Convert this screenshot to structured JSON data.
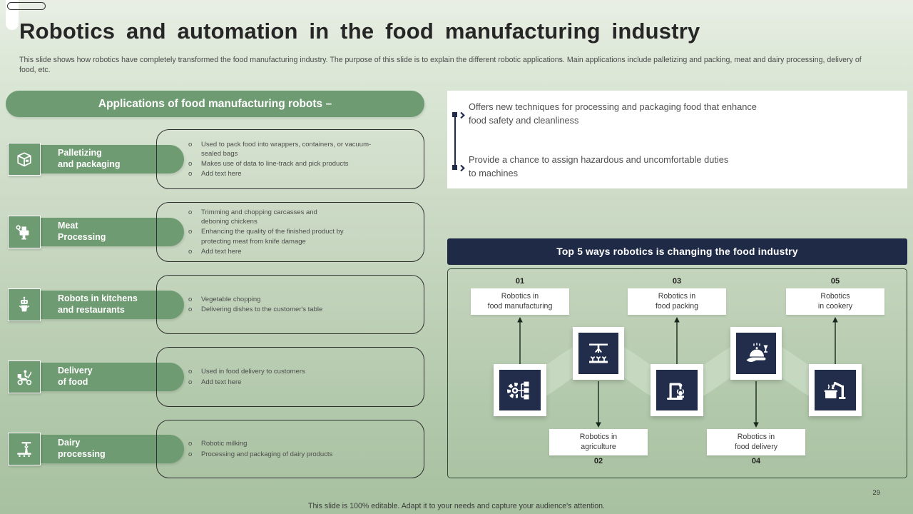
{
  "slide": {
    "title": "Robotics and automation in the food manufacturing industry",
    "subtitle": "This slide shows how robotics have completely transformed the food manufacturing industry. The purpose of this slide is to explain the different robotic applications. Main applications include palletizing and packing, meat and dairy processing, delivery of food, etc.",
    "footer": "This slide is 100% editable. Adapt it to your needs and capture your audience's attention.",
    "page_number": "29"
  },
  "colors": {
    "green": "#6e9b71",
    "navy": "#212d4b",
    "banner_navy": "#1f2a47",
    "diagram_border": "#2e4a35",
    "background_top": "#e8eee5",
    "background_bottom": "#a8c1a0"
  },
  "left_panel": {
    "header": "Applications of food manufacturing robots –",
    "items": [
      {
        "label": "Palletizing\nand packaging",
        "icon": "package-icon",
        "bullets": [
          "Used to pack food into wrappers, containers, or vacuum-\nsealed bags",
          "Makes use of data to line-track and pick products",
          "Add text here"
        ]
      },
      {
        "label": "Meat\nProcessing",
        "icon": "meat-grinder-icon",
        "bullets": [
          "Trimming and chopping carcasses and\ndeboning chickens",
          "Enhancing the quality of the finished product by\nprotecting meat from knife damage",
          "Add text here"
        ]
      },
      {
        "label": "Robots in kitchens\nand restaurants",
        "icon": "kitchen-robot-icon",
        "bullets": [
          "Vegetable chopping",
          "Delivering dishes to the customer's table"
        ]
      },
      {
        "label": "Delivery\nof food",
        "icon": "delivery-robot-icon",
        "bullets": [
          "Used in food delivery to customers",
          "Add text here"
        ]
      },
      {
        "label": "Dairy\nprocessing",
        "icon": "dairy-processing-icon",
        "bullets": [
          "Robotic milking",
          "Processing and packaging of dairy products"
        ]
      }
    ]
  },
  "right_panel": {
    "key_points": [
      "Offers new techniques for processing and packaging food that enhance\nfood safety and cleanliness",
      "Provide a chance to assign hazardous and uncomfortable duties\nto machines"
    ],
    "banner_title": "Top 5 ways robotics is changing the food industry",
    "timeline": [
      {
        "number": "01",
        "label": "Robotics in\nfood manufacturing",
        "icon": "gear-process-icon",
        "position": "top"
      },
      {
        "number": "02",
        "label": "Robotics in\nagriculture",
        "icon": "agriculture-robot-icon",
        "position": "bottom"
      },
      {
        "number": "03",
        "label": "Robotics in\nfood packing",
        "icon": "packing-robot-icon",
        "position": "top"
      },
      {
        "number": "04",
        "label": "Robotics in\nfood delivery",
        "icon": "food-delivery-icon",
        "position": "bottom"
      },
      {
        "number": "05",
        "label": "Robotics\nin cookery",
        "icon": "cookery-robot-icon",
        "position": "top"
      }
    ]
  }
}
